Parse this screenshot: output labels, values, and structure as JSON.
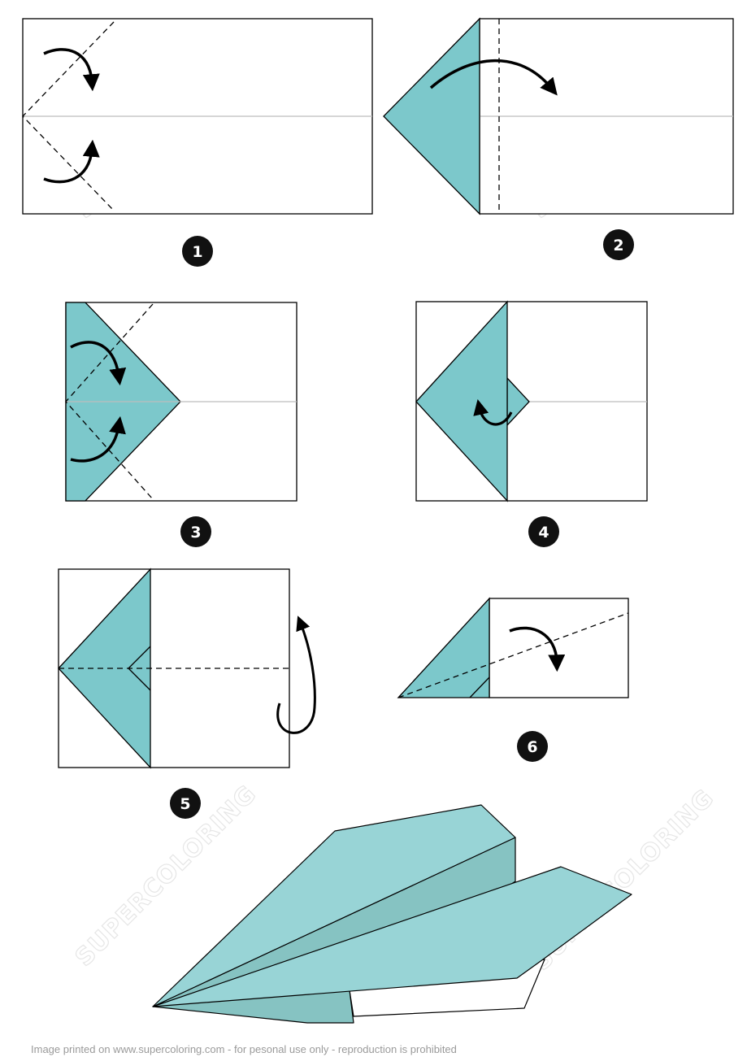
{
  "colors": {
    "paper": "#ffffff",
    "fold_teal": "#7cc8cb",
    "plane_light": "#98d4d6",
    "plane_mid": "#86c3c2",
    "line": "#000000",
    "center_crease": "#bdbdbd"
  },
  "steps": [
    {
      "number": "1"
    },
    {
      "number": "2"
    },
    {
      "number": "3"
    },
    {
      "number": "4"
    },
    {
      "number": "5"
    },
    {
      "number": "6"
    }
  ],
  "watermark": "SUPERCOLORING",
  "credit": "Image printed on www.supercoloring.com - for pesonal use only - reproduction is prohibited"
}
